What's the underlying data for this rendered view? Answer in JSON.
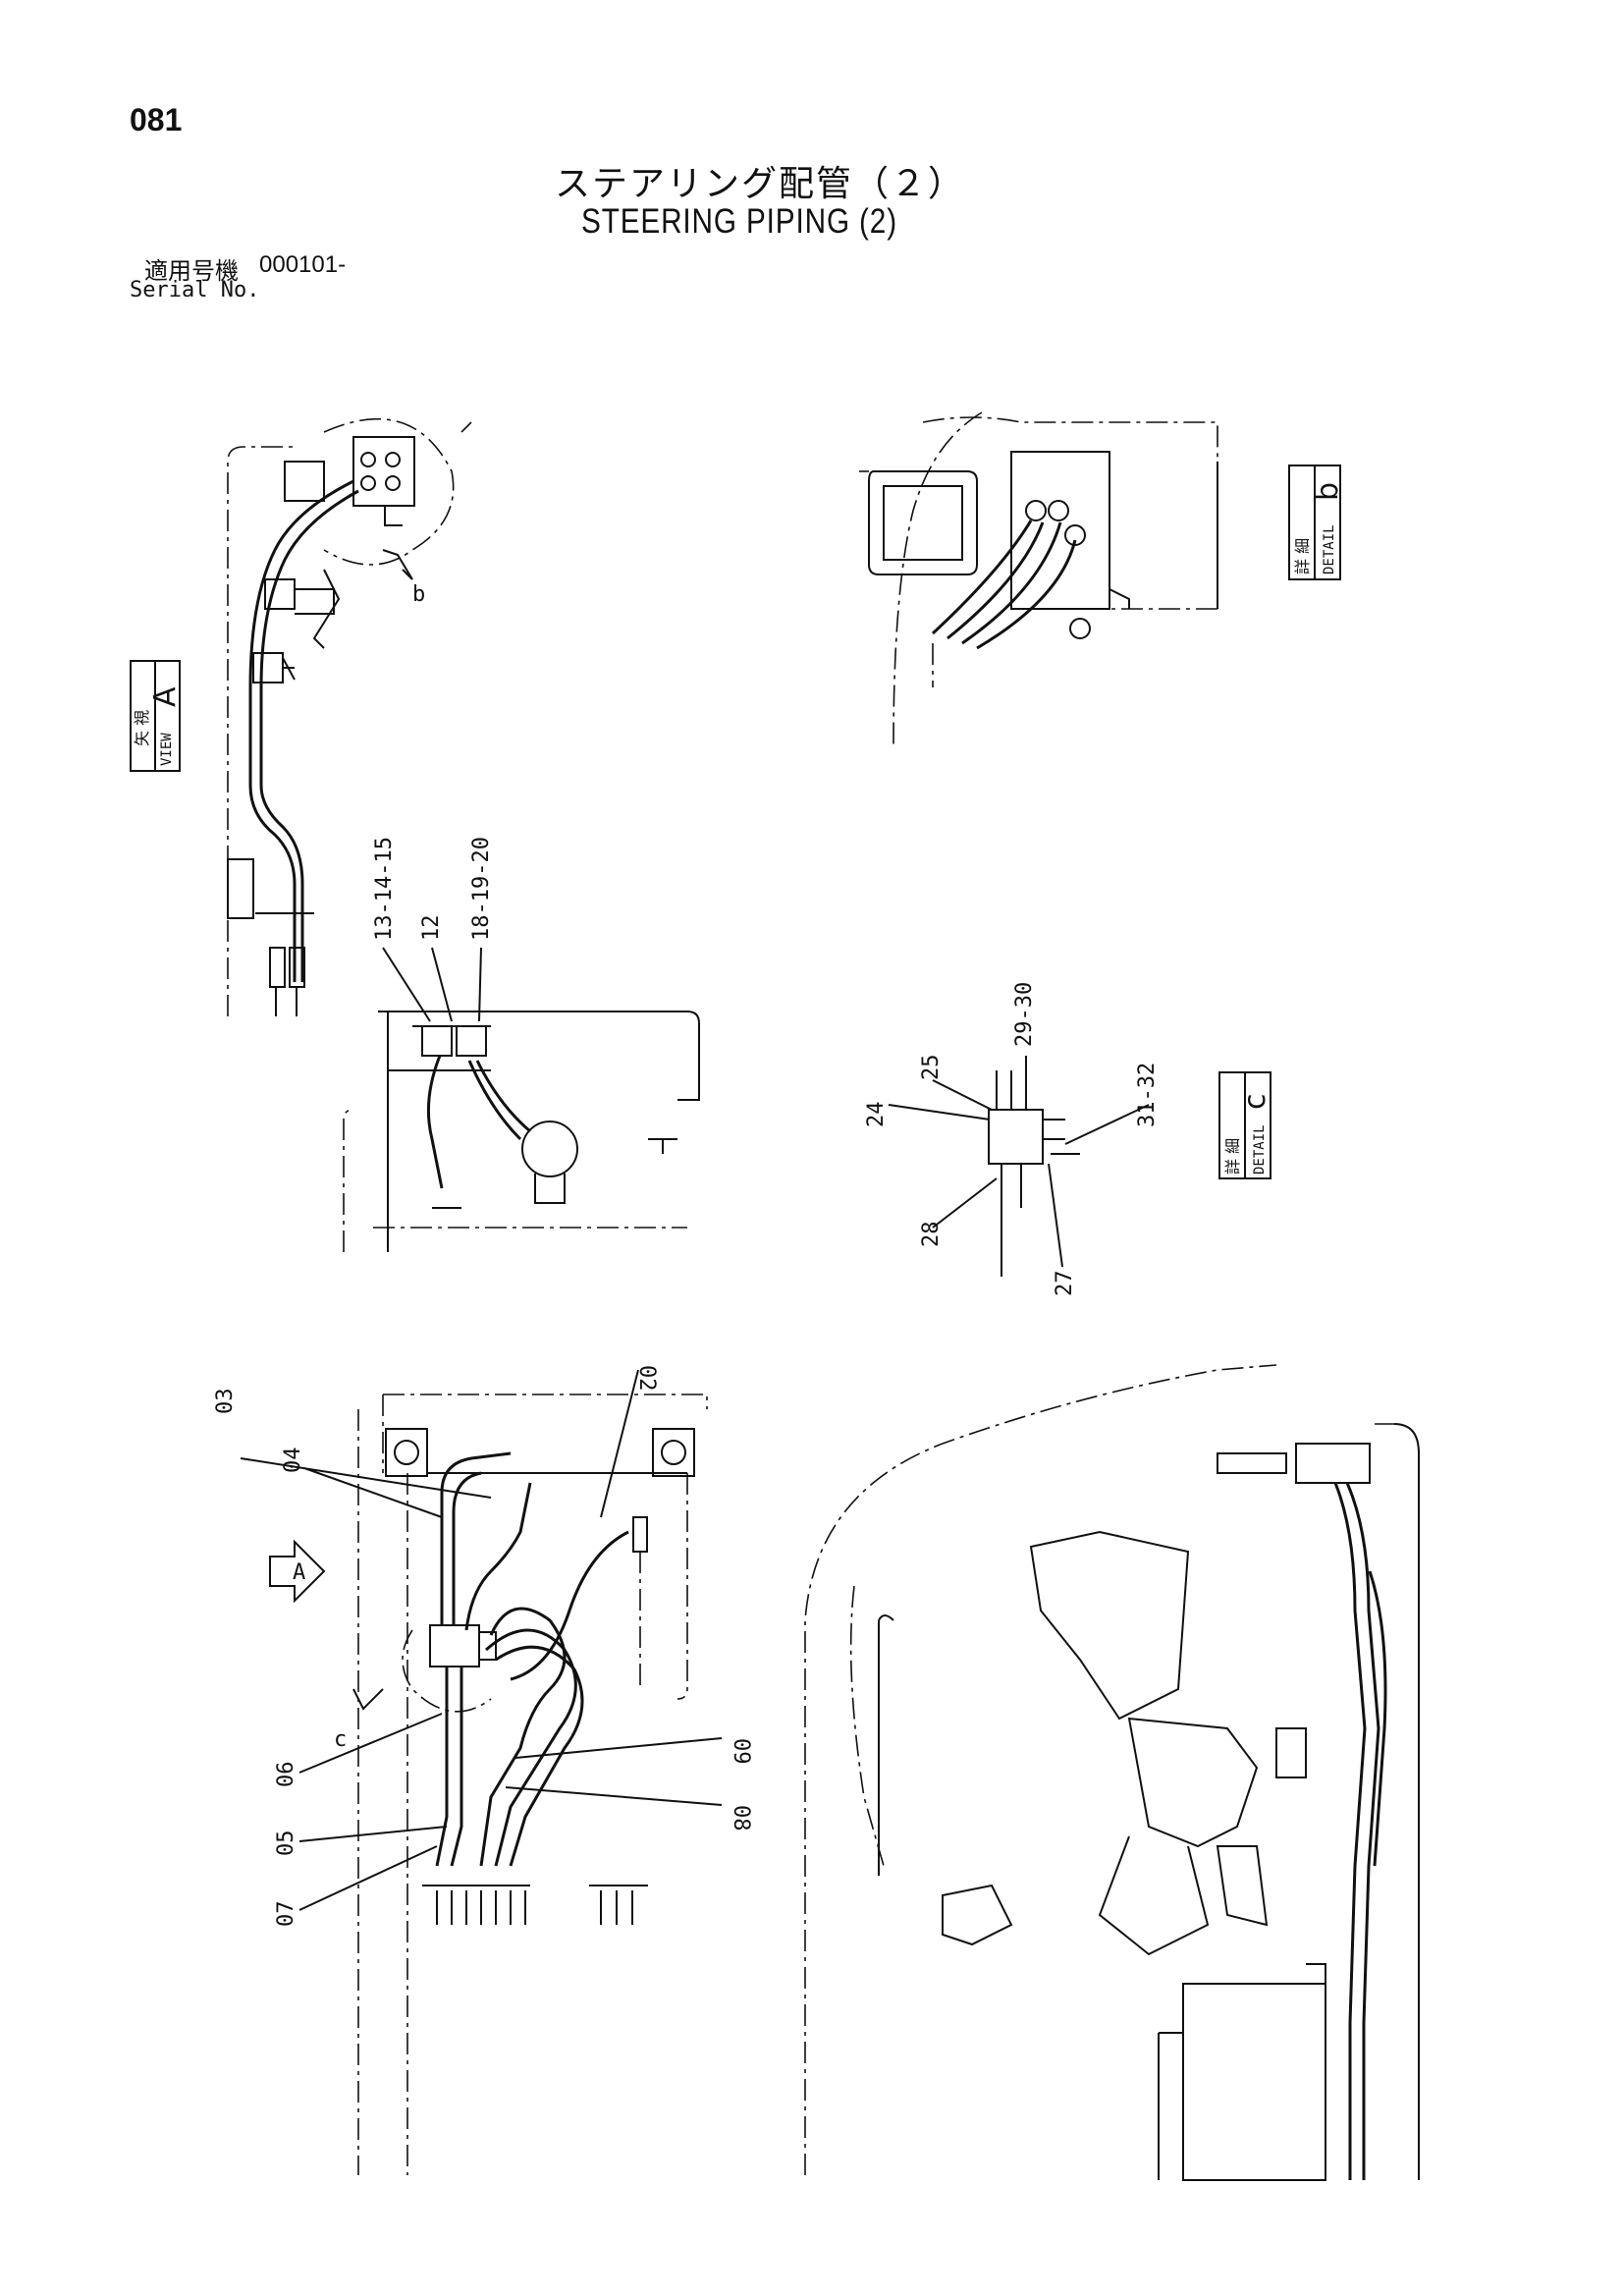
{
  "page_number": "081",
  "title_jp": "ステアリング配管（２）",
  "title_en": "STEERING PIPING (2)",
  "serial": {
    "label_jp": "適用号機",
    "value": "000101-",
    "label_en": "Serial No."
  },
  "tags": {
    "view_a": {
      "jp": "矢 視",
      "en": "VIEW",
      "letter": "A"
    },
    "detail_b": {
      "jp": "詳 細",
      "en": "DETAIL",
      "letter": "b"
    },
    "detail_c": {
      "jp": "詳 細",
      "en": "DETAIL",
      "letter": "c"
    }
  },
  "callout_letters": {
    "b": "b",
    "c": "c",
    "a_arrow": "A"
  },
  "part_labels": {
    "p02": "02",
    "p03": "03",
    "p04": "04",
    "p05": "05",
    "p06": "06",
    "p07": "07",
    "p08": "08",
    "p09": "09",
    "p12": "12",
    "p13_14_15": "13-14-15",
    "p18_19_20": "18-19-20",
    "p24": "24",
    "p25": "25",
    "p27": "27",
    "p28": "28",
    "p29_30": "29-30",
    "p31_32": "31-32"
  }
}
